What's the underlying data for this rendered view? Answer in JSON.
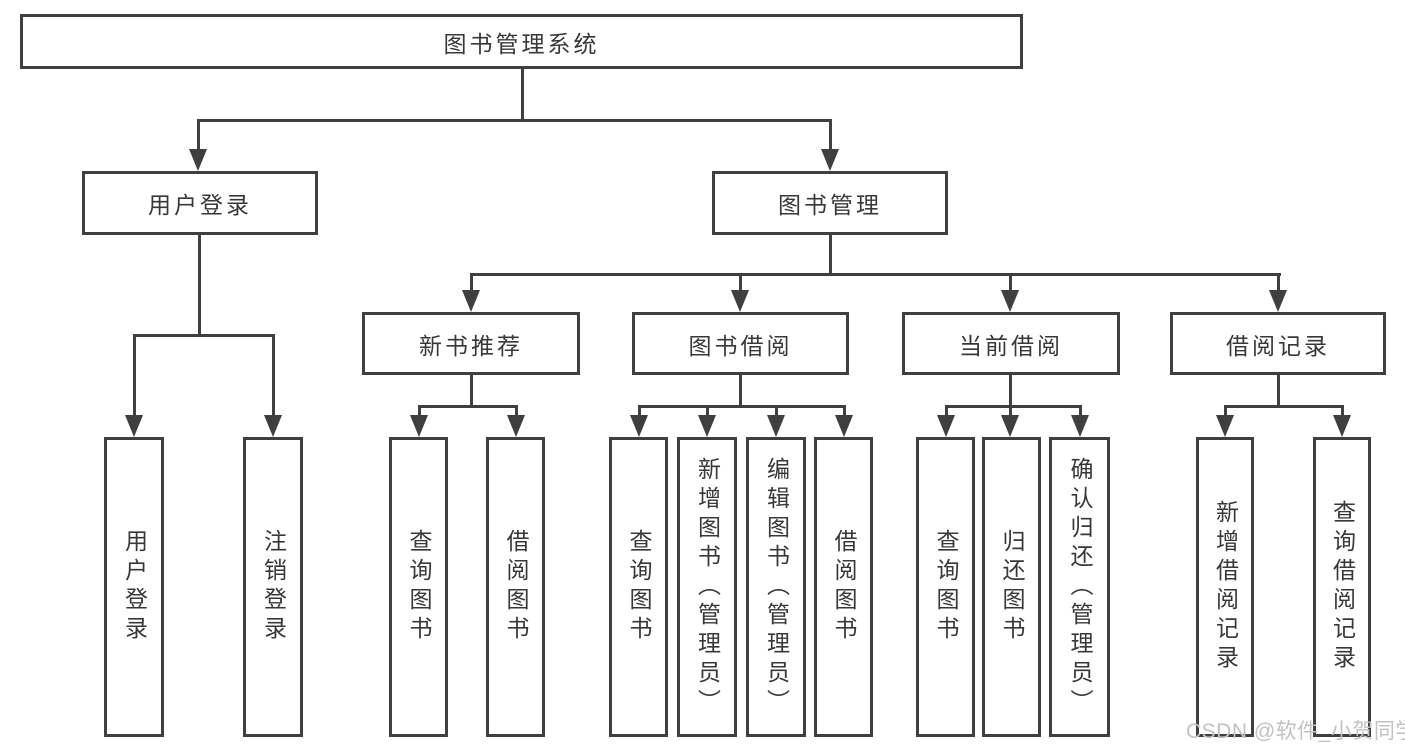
{
  "tree": {
    "label": "图书管理系统",
    "children": [
      {
        "label": "用户登录",
        "children": [
          {
            "label": "用户登录"
          },
          {
            "label": "注销登录"
          }
        ]
      },
      {
        "label": "图书管理",
        "children": [
          {
            "label": "新书推荐",
            "children": [
              {
                "label": "查询图书"
              },
              {
                "label": "借阅图书"
              }
            ]
          },
          {
            "label": "图书借阅",
            "children": [
              {
                "label": "查询图书"
              },
              {
                "label": "新增图书（管理员）"
              },
              {
                "label": "编辑图书（管理员）"
              },
              {
                "label": "借阅图书"
              }
            ]
          },
          {
            "label": "当前借阅",
            "children": [
              {
                "label": "查询图书"
              },
              {
                "label": "归还图书"
              },
              {
                "label": "确认归还（管理员）"
              }
            ]
          },
          {
            "label": "借阅记录",
            "children": [
              {
                "label": "新增借阅记录"
              },
              {
                "label": "查询借阅记录"
              }
            ]
          }
        ]
      }
    ]
  },
  "watermark": "CSDN @软件_小贺同学",
  "colors": {
    "line": "#3f3f3f",
    "text": "#383838",
    "watermark": "#c2c2c2",
    "background": "#ffffff"
  }
}
